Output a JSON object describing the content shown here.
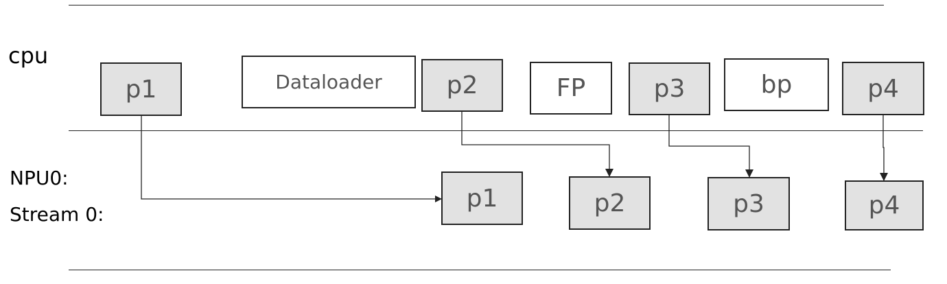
{
  "lanes": {
    "cpu_label": "cpu",
    "npu_label": "NPU0:",
    "stream_label": "Stream 0:"
  },
  "cpu_row": {
    "p1": "p1",
    "dataloader": "Dataloader",
    "p2": "p2",
    "fp": "FP",
    "p3": "p3",
    "bp": "bp",
    "p4": "p4"
  },
  "npu_row": {
    "p1": "p1",
    "p2": "p2",
    "p3": "p3",
    "p4": "p4"
  }
}
